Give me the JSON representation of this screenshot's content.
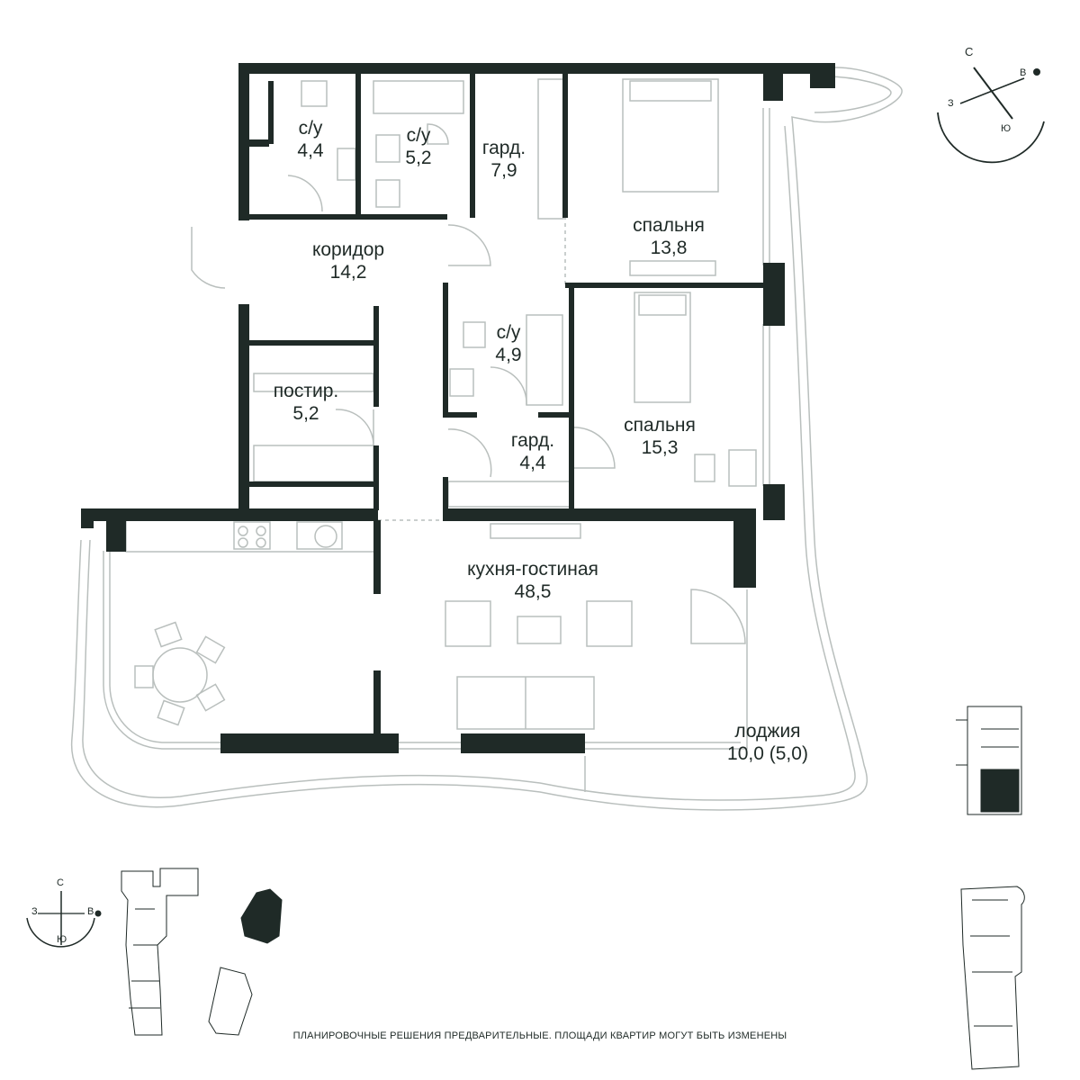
{
  "rooms": {
    "wc1": {
      "name": "с/у",
      "area": "4,4"
    },
    "wc2": {
      "name": "с/у",
      "area": "5,2"
    },
    "wardrobe1": {
      "name": "гард.",
      "area": "7,9"
    },
    "bedroom1": {
      "name": "спальня",
      "area": "13,8"
    },
    "corridor": {
      "name": "коридор",
      "area": "14,2"
    },
    "wc3": {
      "name": "с/у",
      "area": "4,9"
    },
    "laundry": {
      "name": "постир.",
      "area": "5,2"
    },
    "wardrobe2": {
      "name": "гард.",
      "area": "4,4"
    },
    "bedroom2": {
      "name": "спальня",
      "area": "15,3"
    },
    "kitchen_living": {
      "name": "кухня-гостиная",
      "area": "48,5"
    },
    "loggia": {
      "name": "лоджия",
      "area": "10,0 (5,0)"
    }
  },
  "compass_main": {
    "north": "С",
    "east": "В",
    "south": "Ю",
    "west": "З"
  },
  "compass_small": {
    "north": "С",
    "east": "В",
    "south": "Ю",
    "west": "З"
  },
  "disclaimer": "ПЛАНИРОВОЧНЫЕ РЕШЕНИЯ ПРЕДВАРИТЕЛЬНЫЕ. ПЛОЩАДИ КВАРТИР МОГУТ БЫТЬ ИЗМЕНЕНЫ",
  "colors": {
    "wall": "#1f2a27",
    "line": "#b9bfbd",
    "accent": "#1f2a27"
  }
}
